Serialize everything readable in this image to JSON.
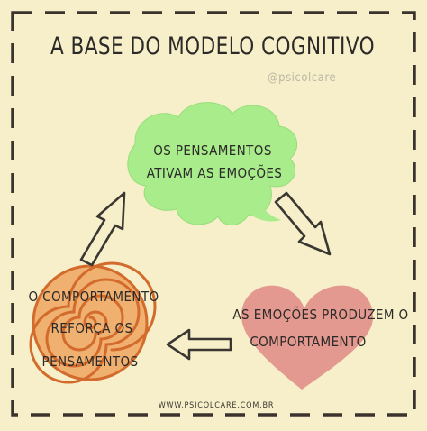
{
  "title": "A BASE DO MODELO COGNITIVO",
  "handle": "@psicolcare",
  "nodes": {
    "thoughts": {
      "line1": "OS PENSAMENTOS",
      "line2": "ATIVAM AS EMOÇÕES"
    },
    "emotions": {
      "line1": "AS EMOÇÕES PRODUZEM O",
      "line2": "COMPORTAMENTO"
    },
    "behavior": {
      "line1": "O COMPORTAMENTO",
      "line2": "REFORÇA OS",
      "line3": "PENSAMENTOS"
    }
  },
  "footer": "WWW.PSICOLCARE.COM.BR",
  "colors": {
    "background": "#f7efc9",
    "border": "#3b332e",
    "cloud": "#a8ec8c",
    "heart": "#e3998f",
    "spiral_fill": "#f0b070",
    "spiral_line": "#d26b2c",
    "arrow": "#3a3733"
  }
}
